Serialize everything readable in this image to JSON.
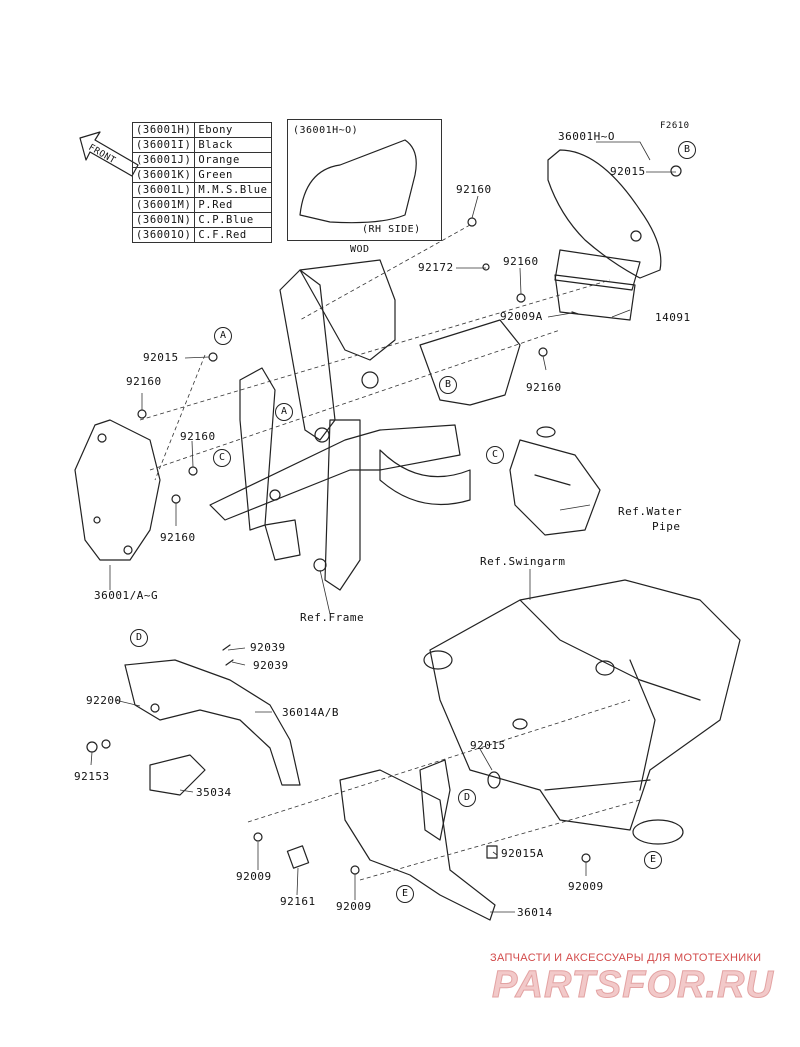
{
  "figure_code": "F2610",
  "front_arrow_label": "FRONT",
  "color_legend": [
    {
      "code": "(36001H)",
      "color": "Ebony"
    },
    {
      "code": "(36001I)",
      "color": "Black"
    },
    {
      "code": "(36001J)",
      "color": "Orange"
    },
    {
      "code": "(36001K)",
      "color": "Green"
    },
    {
      "code": "(36001L)",
      "color": "M.M.S.Blue"
    },
    {
      "code": "(36001M)",
      "color": "P.Red"
    },
    {
      "code": "(36001N)",
      "color": "C.P.Blue"
    },
    {
      "code": "(36001O)",
      "color": "C.F.Red"
    }
  ],
  "inset": {
    "title": "(36001H~O)",
    "caption": "(RH SIDE)",
    "note": "WOD"
  },
  "callouts": {
    "p36001H_O": "36001H~O",
    "p92015_top": "92015",
    "p92160_a": "92160",
    "p92172": "92172",
    "p92160_b": "92160",
    "p92009A": "92009A",
    "p14091": "14091",
    "p92160_c": "92160",
    "p92015_left": "92015",
    "p92160_d": "92160",
    "p92160_e": "92160",
    "p92160_f": "92160",
    "p36001_AG": "36001/A~G",
    "ref_frame": "Ref.Frame",
    "ref_water_1": "Ref.Water",
    "ref_water_2": "Pipe",
    "ref_swingarm": "Ref.Swingarm",
    "p92039_a": "92039",
    "p92039_b": "92039",
    "p92200": "92200",
    "p36014AB": "36014A/B",
    "p92153": "92153",
    "p35034": "35034",
    "p92015_low": "92015",
    "p92015A": "92015A",
    "p92009_a": "92009",
    "p92161": "92161",
    "p92009_b": "92009",
    "p92009_c": "92009",
    "p36014": "36014"
  },
  "ref_letters": {
    "B_top": "B",
    "A_left": "A",
    "A_frame": "A",
    "B_frame": "B",
    "C_left": "C",
    "C_water": "C",
    "D_guard": "D",
    "D_low": "D",
    "E_mid": "E",
    "E_right": "E"
  },
  "watermark": {
    "line1": "ЗАПЧАСТИ И АКСЕССУАРЫ ДЛЯ МОТОТЕХНИКИ",
    "line2": "PARTSFOR.RU"
  }
}
